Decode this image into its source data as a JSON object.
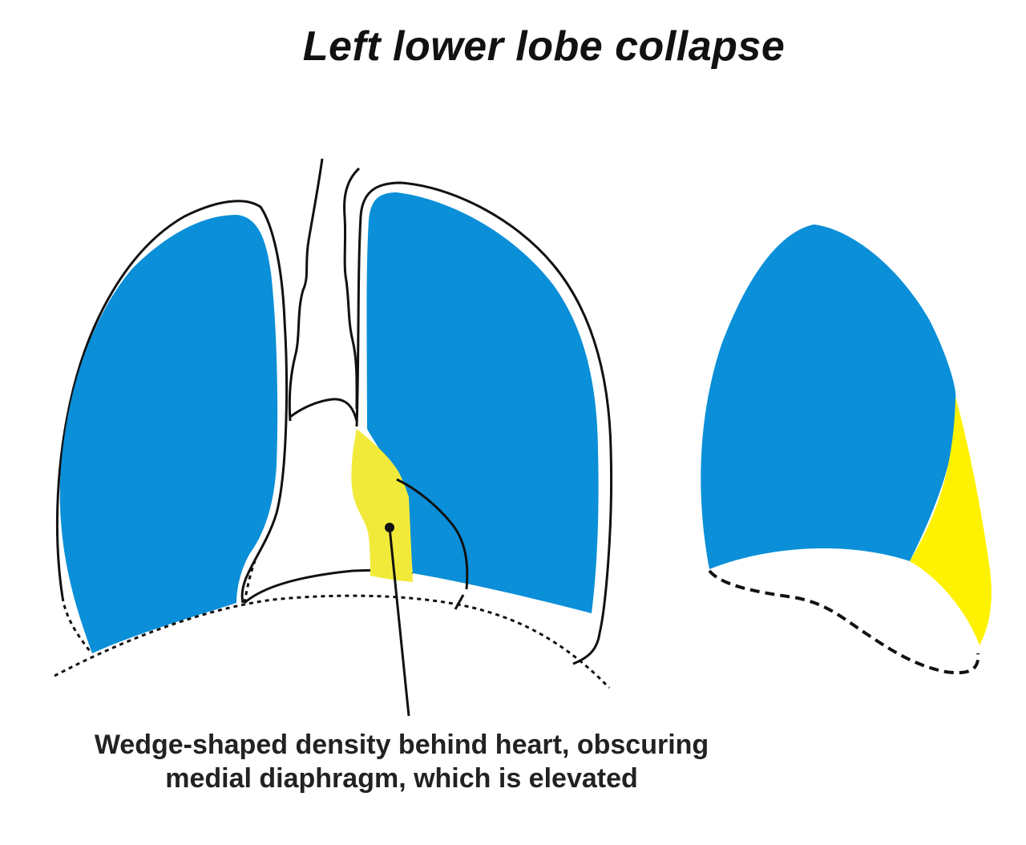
{
  "title": "Left lower lobe collapse",
  "caption": {
    "line1": "Wedge-shaped density behind heart, obscuring",
    "line2": "medial diaphragm, which is elevated"
  },
  "colors": {
    "lung_fill": "#0a8fd8",
    "collapse_fill": "#f2ea3a",
    "lateral_collapse_fill": "#fff200",
    "outline": "#111111"
  }
}
